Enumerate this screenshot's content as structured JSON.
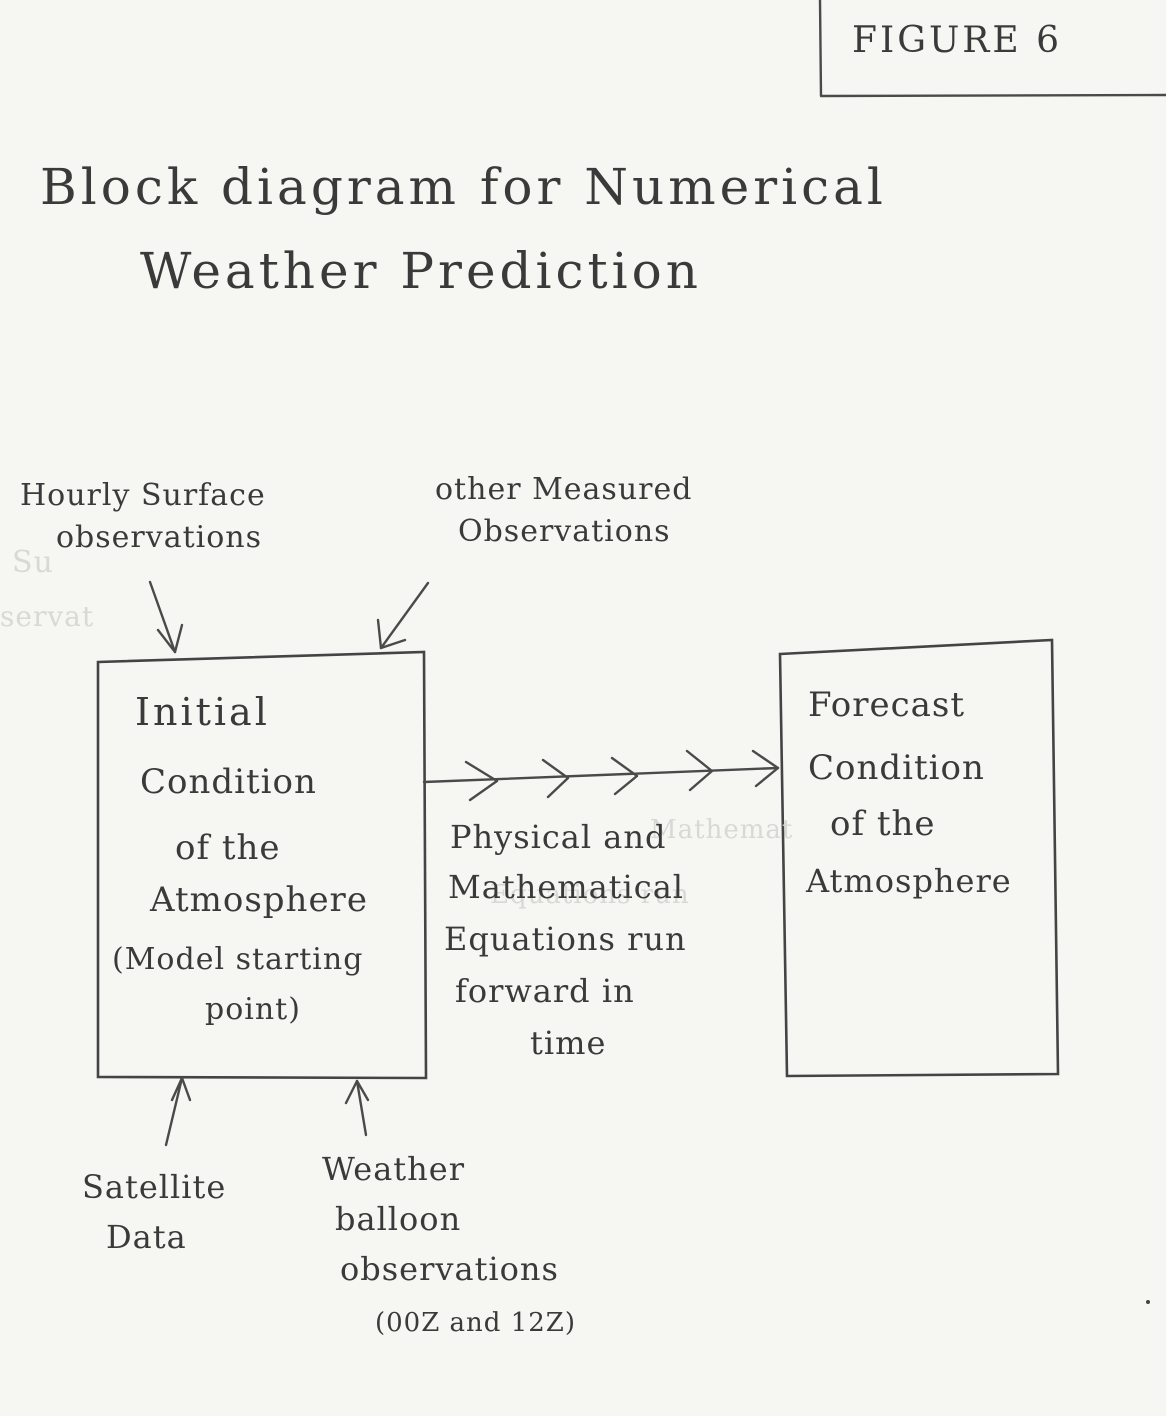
{
  "figure_label": "FIGURE 6",
  "title": {
    "line1": "Block diagram for Numerical",
    "line2": "Weather Prediction"
  },
  "inputs": {
    "top_left": [
      "Hourly Surface",
      "observations"
    ],
    "top_right": [
      "other Measured",
      "Observations"
    ],
    "bottom_left": [
      "Satellite",
      "Data"
    ],
    "bottom_right": [
      "Weather",
      "balloon",
      "observations",
      "(00Z and 12Z)"
    ]
  },
  "initial_box": [
    "Initial",
    "Condition",
    "of the",
    "Atmosphere",
    "(Model starting",
    "point)"
  ],
  "process_label": [
    "Physical and",
    "Mathematical",
    "Equations run",
    "forward in",
    "time"
  ],
  "forecast_box": [
    "Forecast",
    "Condition",
    "of the",
    "Atmosphere"
  ],
  "colors": {
    "paper": "#f6f6f3",
    "pencil": "#3a3a3a"
  }
}
